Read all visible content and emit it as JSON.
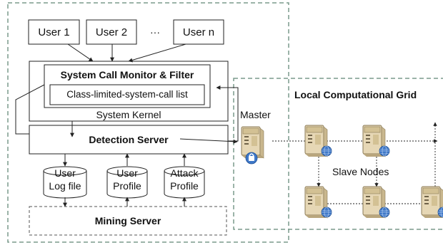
{
  "users": [
    "User 1",
    "User 2",
    "User n"
  ],
  "users_ellipsis": "···",
  "monitor_title": "System Call Monitor & Filter",
  "syscall_list": "Class-limited-system-call list",
  "kernel_label": "System Kernel",
  "detection_server": "Detection Server",
  "stores": [
    {
      "line1": "User",
      "line2": "Log file"
    },
    {
      "line1": "User",
      "line2": "Profile"
    },
    {
      "line1": "Attack",
      "line2": "Profile"
    }
  ],
  "mining_server": "Mining Server",
  "grid_title": "Local Computational Grid",
  "master_label": "Master",
  "slave_label": "Slave Nodes",
  "colors": {
    "dashed_border": "#7a9a8c",
    "server_body": "#e6d7b5",
    "globe": "#3f78c8",
    "lines": "#222222"
  }
}
